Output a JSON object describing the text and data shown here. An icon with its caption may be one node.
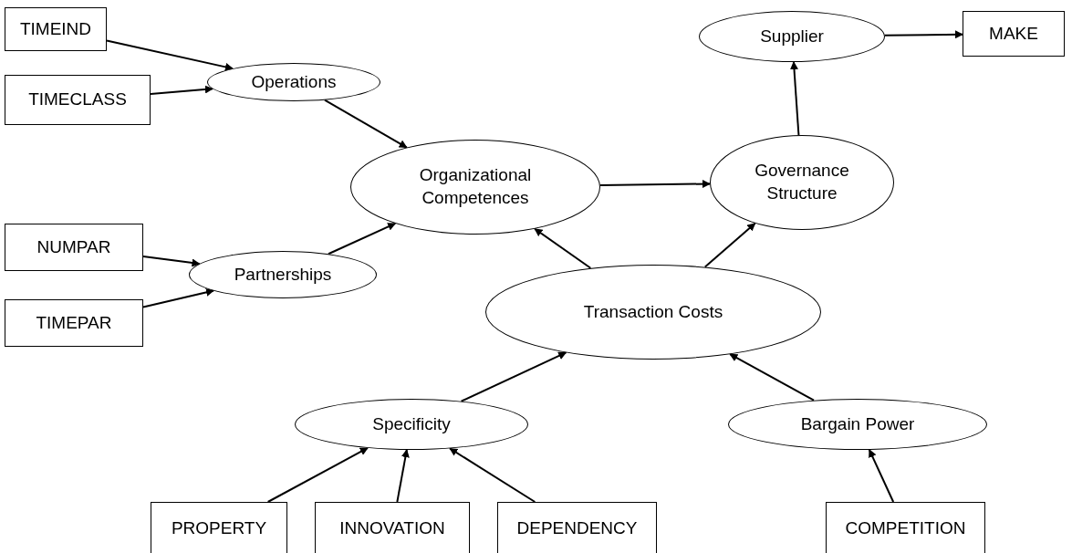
{
  "diagram": {
    "nodes": [
      {
        "text": [
          "TIMEIND"
        ]
      },
      {
        "text": [
          "TIMECLASS"
        ]
      },
      {
        "text": [
          "Operations"
        ]
      },
      {
        "text": [
          "NUMPAR"
        ]
      },
      {
        "text": [
          "TIMEPAR"
        ]
      },
      {
        "text": [
          "Partnerships"
        ]
      },
      {
        "text": [
          "Organizational Competences"
        ]
      },
      {
        "text": [
          "Governance Structure"
        ]
      },
      {
        "text": [
          "Supplier"
        ]
      },
      {
        "text": [
          "MAKE"
        ]
      },
      {
        "text": [
          "Transaction Costs"
        ]
      },
      {
        "text": [
          "Specificity"
        ]
      },
      {
        "text": [
          "Bargain Power"
        ]
      },
      {
        "text": [
          "PROPERTY"
        ]
      },
      {
        "text": [
          "INNOVATION"
        ]
      },
      {
        "text": [
          "DEPENDENCY"
        ]
      },
      {
        "text": [
          "COMPETITION"
        ]
      }
    ],
    "edges": [
      {
        "from": 0,
        "to": 2,
        "arrow": "to"
      },
      {
        "from": 1,
        "to": 2,
        "arrow": "to"
      },
      {
        "from": 2,
        "to": 6,
        "arrow": "to"
      },
      {
        "from": 3,
        "to": 5,
        "arrow": "to"
      },
      {
        "from": 4,
        "to": 5,
        "arrow": "to"
      },
      {
        "from": 5,
        "to": 6,
        "arrow": "to"
      },
      {
        "from": 6,
        "to": 7,
        "arrow": "to"
      },
      {
        "from": 7,
        "to": 8,
        "arrow": "to"
      },
      {
        "from": 8,
        "to": 9,
        "arrow": "to"
      },
      {
        "from": 10,
        "to": 6,
        "arrow": "to"
      },
      {
        "from": 10,
        "to": 7,
        "arrow": "to"
      },
      {
        "from": 11,
        "to": 10,
        "arrow": "to"
      },
      {
        "from": 12,
        "to": 10,
        "arrow": "to"
      },
      {
        "from": 13,
        "to": 11,
        "arrow": "to"
      },
      {
        "from": 14,
        "to": 11,
        "arrow": "to"
      },
      {
        "from": 15,
        "to": 11,
        "arrow": "to"
      },
      {
        "from": 16,
        "to": 12,
        "arrow": "to"
      }
    ]
  }
}
